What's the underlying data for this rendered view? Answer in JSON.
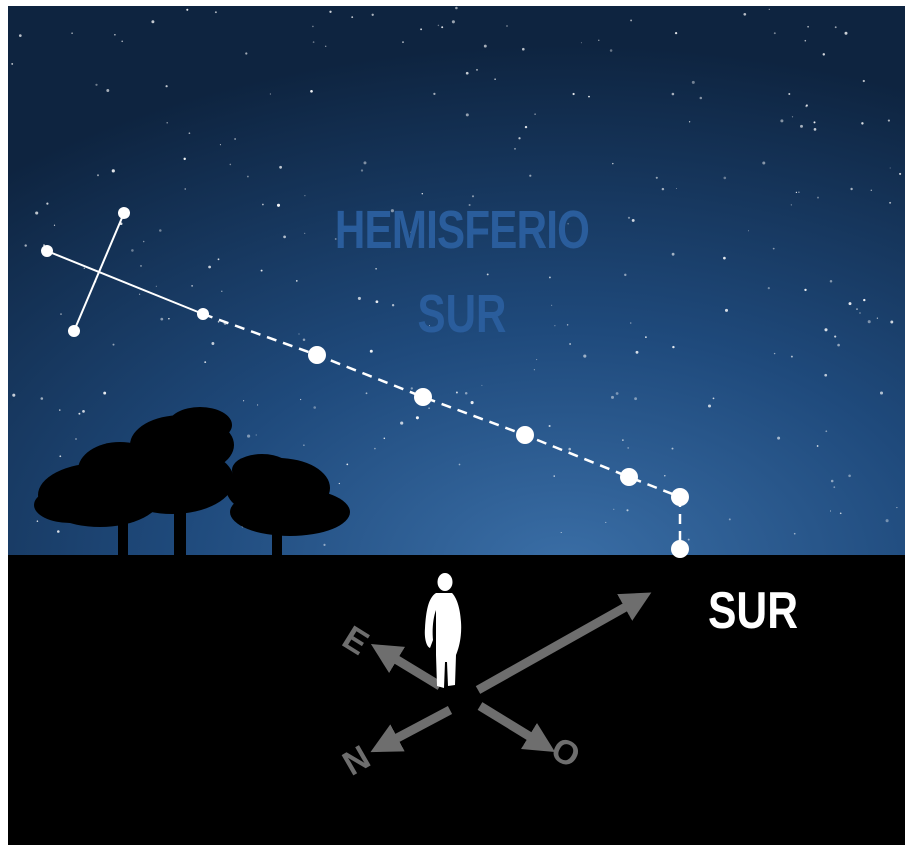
{
  "title": {
    "line1": "HEMISFERIO",
    "line2": "SUR"
  },
  "direction_label": "SUR",
  "compass": {
    "east": "E",
    "north": "N",
    "west": "O"
  },
  "colors": {
    "sky_top": "#0f2744",
    "sky_bottom": "#2d5d93",
    "ground": "#000000",
    "title": "#2a5d9c",
    "constellation": "#ffffff",
    "compass": "#6e6e6e"
  },
  "icons": {
    "constellation": "southern-cross-icon",
    "person": "person-silhouette-icon",
    "trees": "tree-silhouette-icon"
  }
}
